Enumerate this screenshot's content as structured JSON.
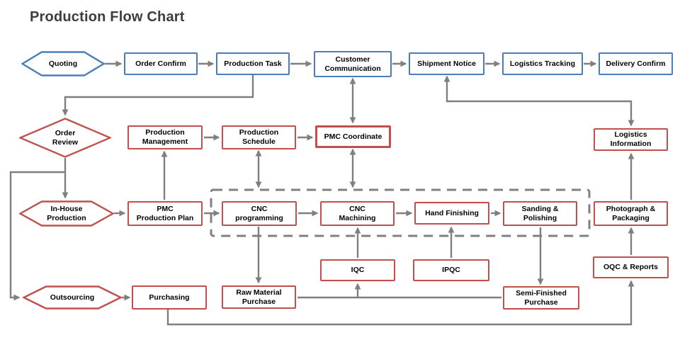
{
  "title": "Production Flow Chart",
  "colors": {
    "blue_border": "#4a7ebb",
    "red_border": "#c0504d",
    "connector_gray": "#7f7f7f",
    "dashed_group_gray": "#808080",
    "label_text": "#000000",
    "title_text": "#3d3d3d",
    "background": "#ffffff"
  },
  "nodes": {
    "quoting": {
      "label": "Quoting",
      "shape": "hexagon",
      "border": "blue"
    },
    "order_confirm": {
      "label": "Order Confirm",
      "shape": "rect",
      "border": "blue"
    },
    "production_task": {
      "label": "Production Task",
      "shape": "rect",
      "border": "blue"
    },
    "customer_communication": {
      "label": "Customer\nCommunication",
      "shape": "rect",
      "border": "blue"
    },
    "shipment_notice": {
      "label": "Shipment Notice",
      "shape": "rect",
      "border": "blue"
    },
    "logistics_tracking": {
      "label": "Logistics Tracking",
      "shape": "rect",
      "border": "blue"
    },
    "delivery_confirm": {
      "label": "Delivery Confirm",
      "shape": "rect",
      "border": "blue"
    },
    "order_review": {
      "label": "Order\nReview",
      "shape": "diamond",
      "border": "red"
    },
    "production_management": {
      "label": "Production\nManagement",
      "shape": "rect",
      "border": "red"
    },
    "production_schedule": {
      "label": "Production\nSchedule",
      "shape": "rect",
      "border": "red"
    },
    "pmc_coordinate": {
      "label": "PMC Coordinate",
      "shape": "rect",
      "border": "red"
    },
    "logistics_information": {
      "label": "Logistics\nInformation",
      "shape": "rect",
      "border": "red"
    },
    "in_house_production": {
      "label": "In-House\nProduction",
      "shape": "hexagon",
      "border": "red"
    },
    "pmc_production_plan": {
      "label": "PMC\nProduction Plan",
      "shape": "rect",
      "border": "red"
    },
    "cnc_programming": {
      "label": "CNC\nprogramming",
      "shape": "rect",
      "border": "red"
    },
    "cnc_machining": {
      "label": "CNC\nMachining",
      "shape": "rect",
      "border": "red"
    },
    "hand_finishing": {
      "label": "Hand Finishing",
      "shape": "rect",
      "border": "red"
    },
    "sanding_polishing": {
      "label": "Sanding &\nPolishing",
      "shape": "rect",
      "border": "red"
    },
    "photograph_packaging": {
      "label": "Photograph &\nPackaging",
      "shape": "rect",
      "border": "red"
    },
    "iqc": {
      "label": "IQC",
      "shape": "rect",
      "border": "red"
    },
    "ipqc": {
      "label": "IPQC",
      "shape": "rect",
      "border": "red"
    },
    "oqc_reports": {
      "label": "OQC & Reports",
      "shape": "rect",
      "border": "red"
    },
    "outsourcing": {
      "label": "Outsourcing",
      "shape": "hexagon",
      "border": "red"
    },
    "purchasing": {
      "label": "Purchasing",
      "shape": "rect",
      "border": "red"
    },
    "raw_material_purchase": {
      "label": "Raw Material\nPurchase",
      "shape": "rect",
      "border": "red"
    },
    "semi_finished_purchase": {
      "label": "Semi-Finished\nPurchase",
      "shape": "rect",
      "border": "red"
    }
  },
  "edges": [
    {
      "from": "quoting",
      "to": "order_confirm"
    },
    {
      "from": "order_confirm",
      "to": "production_task"
    },
    {
      "from": "production_task",
      "to": "customer_communication"
    },
    {
      "from": "customer_communication",
      "to": "shipment_notice"
    },
    {
      "from": "shipment_notice",
      "to": "logistics_tracking"
    },
    {
      "from": "logistics_tracking",
      "to": "delivery_confirm"
    },
    {
      "from": "production_task",
      "to": "order_review"
    },
    {
      "from": "order_review",
      "to": "in_house_production"
    },
    {
      "from": "order_review",
      "to": "outsourcing"
    },
    {
      "from": "customer_communication",
      "to": "pmc_coordinate",
      "bidirectional": true
    },
    {
      "from": "production_management",
      "to": "production_schedule"
    },
    {
      "from": "production_schedule",
      "to": "pmc_coordinate"
    },
    {
      "from": "pmc_production_plan",
      "to": "production_management"
    },
    {
      "from": "production_schedule",
      "to": "cnc_process_group",
      "bidirectional": true
    },
    {
      "from": "pmc_coordinate",
      "to": "cnc_process_group",
      "bidirectional": true
    },
    {
      "from": "shipment_notice",
      "to": "logistics_information",
      "bidirectional": true
    },
    {
      "from": "in_house_production",
      "to": "pmc_production_plan"
    },
    {
      "from": "pmc_production_plan",
      "to": "cnc_programming"
    },
    {
      "from": "cnc_programming",
      "to": "cnc_machining"
    },
    {
      "from": "cnc_machining",
      "to": "hand_finishing"
    },
    {
      "from": "hand_finishing",
      "to": "sanding_polishing"
    },
    {
      "from": "photograph_packaging",
      "to": "logistics_information"
    },
    {
      "from": "oqc_reports",
      "to": "photograph_packaging"
    },
    {
      "from": "cnc_programming",
      "to": "raw_material_purchase"
    },
    {
      "from": "iqc",
      "to": "cnc_machining"
    },
    {
      "from": "ipqc",
      "to": "hand_finishing"
    },
    {
      "from": "raw_material_purchase",
      "to": "iqc"
    },
    {
      "from": "semi_finished_purchase",
      "to": "iqc"
    },
    {
      "from": "sanding_polishing",
      "to": "semi_finished_purchase"
    },
    {
      "from": "outsourcing",
      "to": "purchasing"
    },
    {
      "from": "purchasing",
      "to": "oqc_reports"
    }
  ]
}
